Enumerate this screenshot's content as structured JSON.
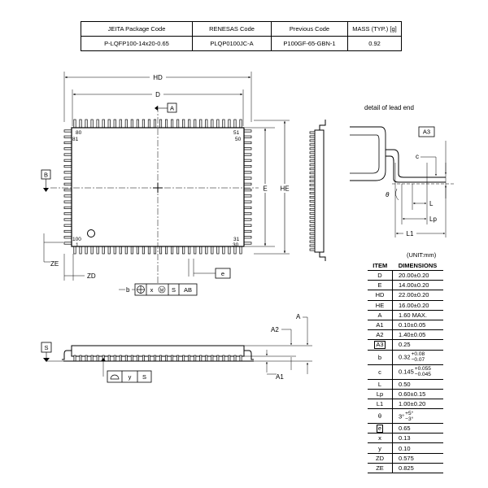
{
  "package_table": {
    "headers": [
      "JEITA Package Code",
      "RENESAS Code",
      "Previous Code",
      "MASS (TYP.) [g]"
    ],
    "values": [
      "P-LQFP100-14x20-0.65",
      "PLQP0100JC-A",
      "P100GF-65-GBN-1",
      "0.92"
    ]
  },
  "drawing": {
    "labels": {
      "hd": "HD",
      "d": "D",
      "a": "A",
      "b": "B",
      "e": "E",
      "he": "HE",
      "ze": "ZE",
      "zd": "ZD",
      "b_small": "b",
      "e_small": "e",
      "s": "S",
      "a1": "A1",
      "a2": "A2",
      "a_side": "A",
      "c": "c",
      "l": "L",
      "lp": "Lp",
      "l1": "L1",
      "a3": "A3",
      "theta": "θ"
    },
    "pins": {
      "p80": "80",
      "p81": "81",
      "p51": "51",
      "p50": "50",
      "p100": "100",
      "p1": "1",
      "p31": "31",
      "p30": "30"
    },
    "detail_title": "detail of lead end",
    "fcf_b": {
      "x": "x",
      "m": "M",
      "s": "S",
      "ab": "AB"
    },
    "fcf_y": {
      "y": "y",
      "s": "S"
    }
  },
  "dimensions": {
    "unit": "(UNIT:mm)",
    "headers": [
      "ITEM",
      "DIMENSIONS"
    ],
    "rows": [
      {
        "item": "D",
        "value": "20.00±0.20"
      },
      {
        "item": "E",
        "value": "14.00±0.20"
      },
      {
        "item": "HD",
        "value": "22.00±0.20"
      },
      {
        "item": "HE",
        "value": "16.00±0.20"
      },
      {
        "item": "A",
        "value": "1.60 MAX."
      },
      {
        "item": "A1",
        "value": "0.10±0.05"
      },
      {
        "item": "A2",
        "value": "1.40±0.05"
      },
      {
        "item": "A3",
        "value": "0.25",
        "boxed": true
      },
      {
        "item": "b",
        "value": "0.32",
        "tol_plus": "+0.08",
        "tol_minus": "−0.07"
      },
      {
        "item": "c",
        "value": "0.145",
        "tol_plus": "+0.055",
        "tol_minus": "−0.045"
      },
      {
        "item": "L",
        "value": "0.50"
      },
      {
        "item": "Lp",
        "value": "0.60±0.15"
      },
      {
        "item": "L1",
        "value": "1.00±0.20"
      },
      {
        "item": "θ",
        "value": "3°",
        "tol_plus": "+5°",
        "tol_minus": "−3°"
      },
      {
        "item": "e",
        "value": "0.65",
        "boxed": true
      },
      {
        "item": "x",
        "value": "0.13"
      },
      {
        "item": "y",
        "value": "0.10"
      },
      {
        "item": "ZD",
        "value": "0.575"
      },
      {
        "item": "ZE",
        "value": "0.825"
      }
    ]
  }
}
